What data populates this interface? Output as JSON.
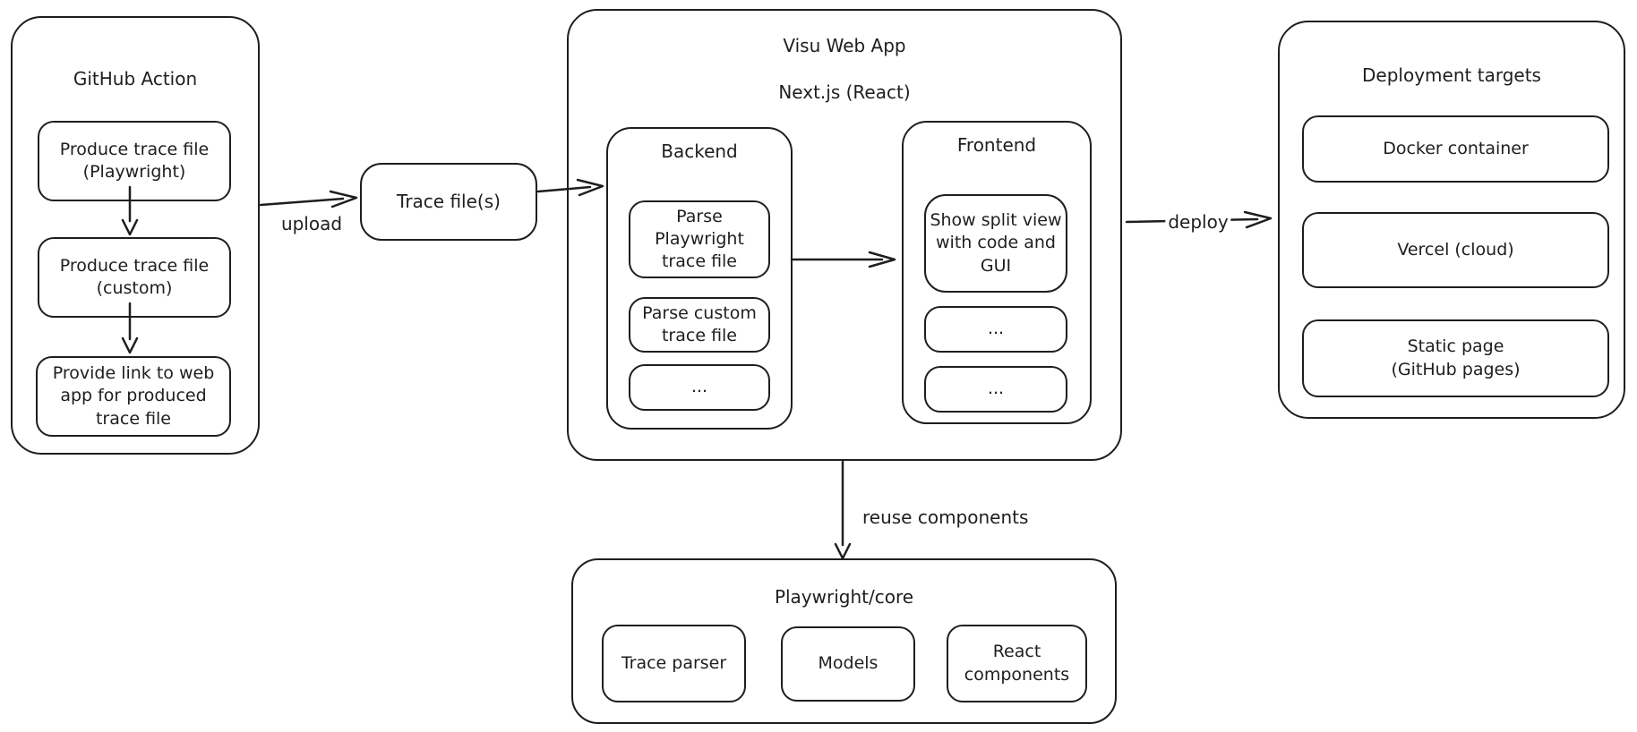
{
  "colors": {
    "ink": "#1e1e1e",
    "background": "#ffffff"
  },
  "nodes": {
    "github_action": {
      "title": "GitHub Action",
      "steps": [
        "Produce trace file\n(Playwright)",
        "Produce trace file\n(custom)",
        "Provide link to web\napp for produced\ntrace file"
      ]
    },
    "trace_files": {
      "label": "Trace file(s)"
    },
    "visu_web_app": {
      "title": "Visu Web App",
      "subtitle": "Next.js (React)",
      "backend": {
        "title": "Backend",
        "items": [
          "Parse\nPlaywright\ntrace file",
          "Parse custom\ntrace file",
          "..."
        ]
      },
      "frontend": {
        "title": "Frontend",
        "items": [
          "Show split view\nwith code and\nGUI",
          "...",
          "..."
        ]
      }
    },
    "deployment_targets": {
      "title": "Deployment targets",
      "items": [
        "Docker container",
        "Vercel (cloud)",
        "Static page\n(GitHub pages)"
      ]
    },
    "playwright_core": {
      "title": "Playwright/core",
      "items": [
        "Trace parser",
        "Models",
        "React\ncomponents"
      ]
    }
  },
  "edges": {
    "upload": "upload",
    "deploy": "deploy",
    "reuse": "reuse components"
  }
}
